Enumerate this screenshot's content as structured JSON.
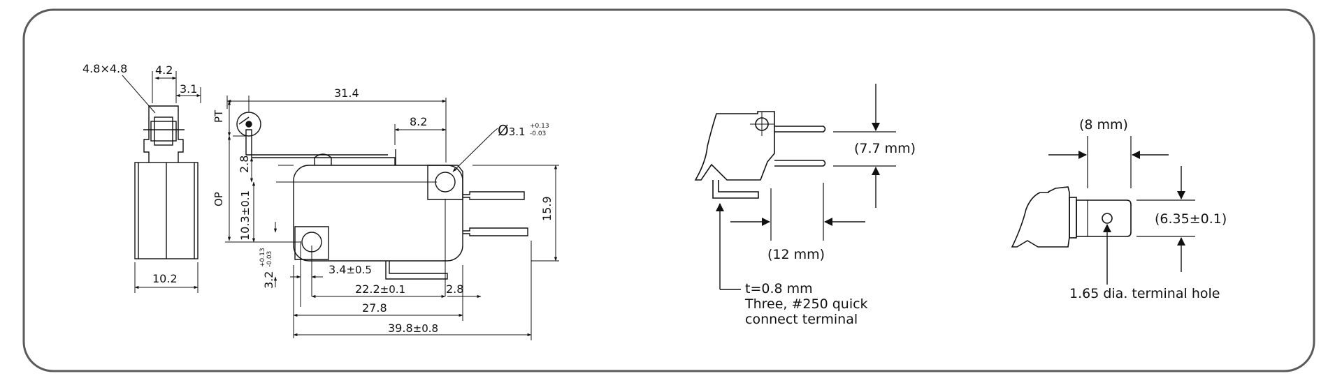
{
  "side_view": {
    "roller_size": "4.8×4.8",
    "roller_width": "4.2",
    "roller_offset": "3.1",
    "body_thickness": "10.2"
  },
  "front_view": {
    "lever_length": "31.4",
    "pt_label": "PT",
    "op_label": "OP",
    "lever_offset": "8.2",
    "hole_dia": {
      "symbol": "Ø",
      "value": "3.1",
      "tol_plus": "+0.13",
      "tol_minus": "-0.03"
    },
    "top_gap": "2.8",
    "hole_pitch_v": {
      "value": "10.3",
      "tol": "±0.1"
    },
    "body_height": "15.9",
    "hole_dia_small": {
      "value": "3.2",
      "tol_plus": "+0.13",
      "tol_minus": "-0.03"
    },
    "hole_edge": {
      "value": "3.4",
      "tol": "±0.5"
    },
    "hole_pitch_h": {
      "value": "22.2",
      "tol": "±0.1"
    },
    "terminal_gap": "2.8",
    "body_length": "27.8",
    "overall_length": {
      "value": "39.8",
      "tol": "±0.8"
    }
  },
  "terminal_view": {
    "spacing": "(7.7 mm)",
    "length": "(12 mm)",
    "thickness": "t=0.8 mm",
    "desc_line1": "Three, #250 quick",
    "desc_line2": "connect terminal"
  },
  "tab_view": {
    "width": "(8 mm)",
    "tab_width": "(6.35±0.1)",
    "hole": "1.65 dia. terminal hole"
  }
}
